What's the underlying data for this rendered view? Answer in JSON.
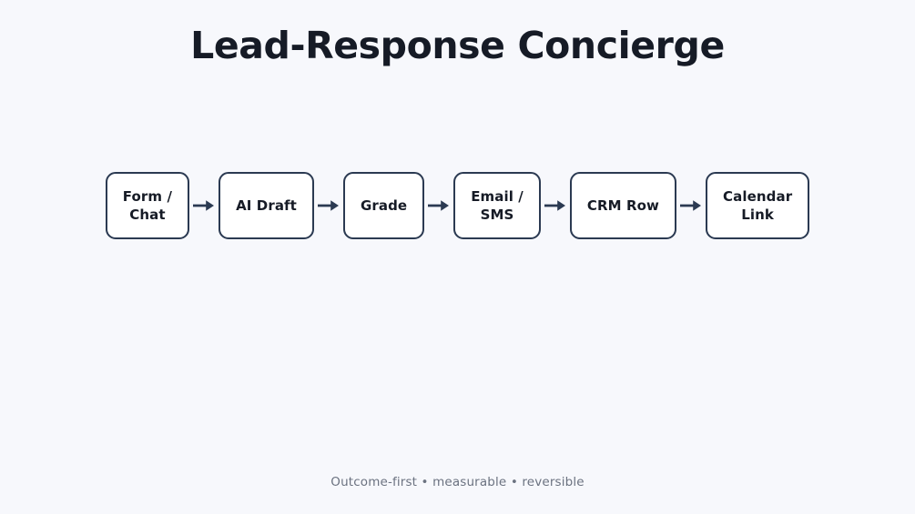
{
  "page": {
    "title": "Lead-Response Concierge",
    "background_color": "#f7f8fc",
    "title_color": "#161b26"
  },
  "diagram": {
    "type": "linear-flow",
    "node_border_color": "#2b3a52",
    "node_fill_color": "#ffffff",
    "arrow_color": "#2b3a52",
    "arrow_icon": "arrow-right-icon",
    "nodes": [
      {
        "label": "Form /\nChat"
      },
      {
        "label": "AI Draft"
      },
      {
        "label": "Grade"
      },
      {
        "label": "Email /\nSMS"
      },
      {
        "label": "CRM Row"
      },
      {
        "label": "Calendar\nLink"
      }
    ]
  },
  "footer": {
    "caption": "Outcome-first • measurable • reversible",
    "color": "#6b7280"
  }
}
